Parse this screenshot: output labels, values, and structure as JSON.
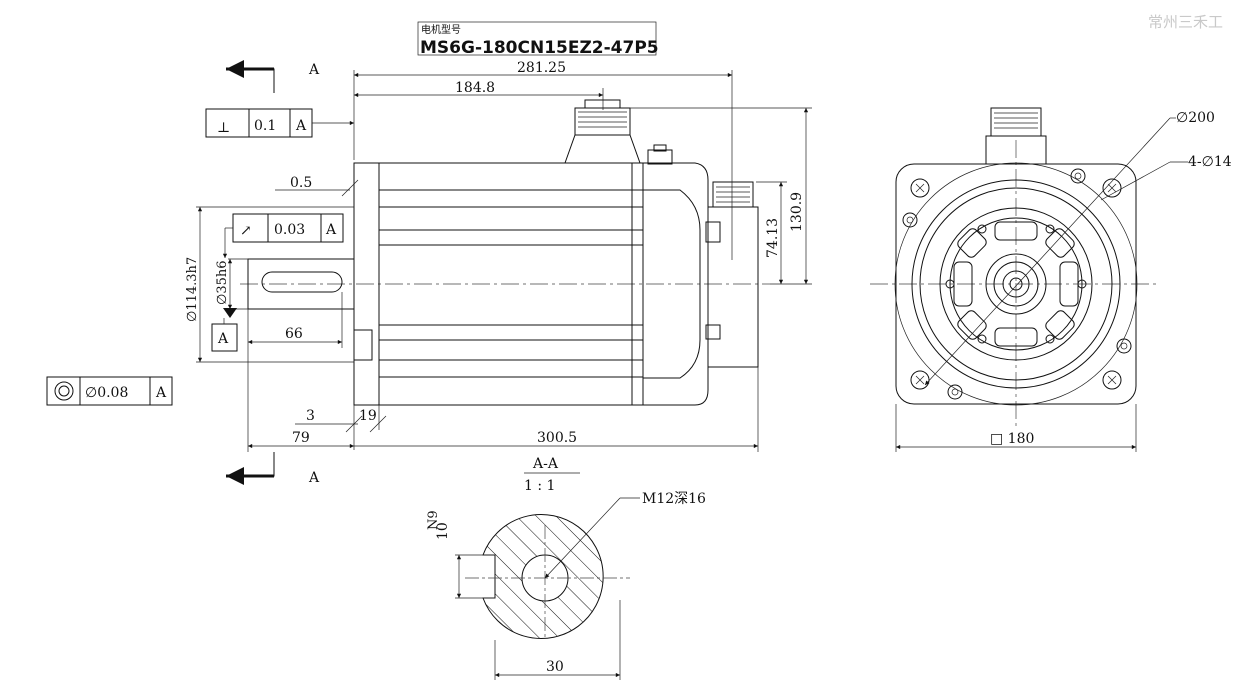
{
  "watermark": "常州三禾工",
  "model": {
    "caption": "电机型号",
    "name": "MS6G-180CN15EZ2-47P5"
  },
  "section_marker": "A",
  "section_view": {
    "title": "A-A",
    "scale": "1 : 1",
    "thread_callout": "M12深16",
    "key_width": "10",
    "key_tolerance": "N9",
    "diameter_label": "30"
  },
  "tolerance_frames": {
    "perpendicularity": {
      "symbol": "⊥",
      "value": "0.1",
      "datum": "A"
    },
    "runout": {
      "symbol": "↗",
      "value": "0.03",
      "datum": "A"
    },
    "concentricity": {
      "symbol": "◎",
      "value": "∅0.08",
      "datum": "A"
    }
  },
  "datum_label": "A",
  "dimensions": {
    "overall_length_top": "281.25",
    "connector_offset": "184.8",
    "flange_gap": "0.5",
    "encoder_height": "130.9",
    "encoder_offset": "74.13",
    "pilot_diameter": "∅114.3h7",
    "shaft_diameter": "∅35h6",
    "key_length": "66",
    "shaft_length": "79",
    "body_length": "300.5",
    "shoulder": "3",
    "flange_thickness": "19",
    "bolt_circle": "∅200",
    "mount_holes": "4-∅14",
    "flange_square": "□ 180"
  }
}
